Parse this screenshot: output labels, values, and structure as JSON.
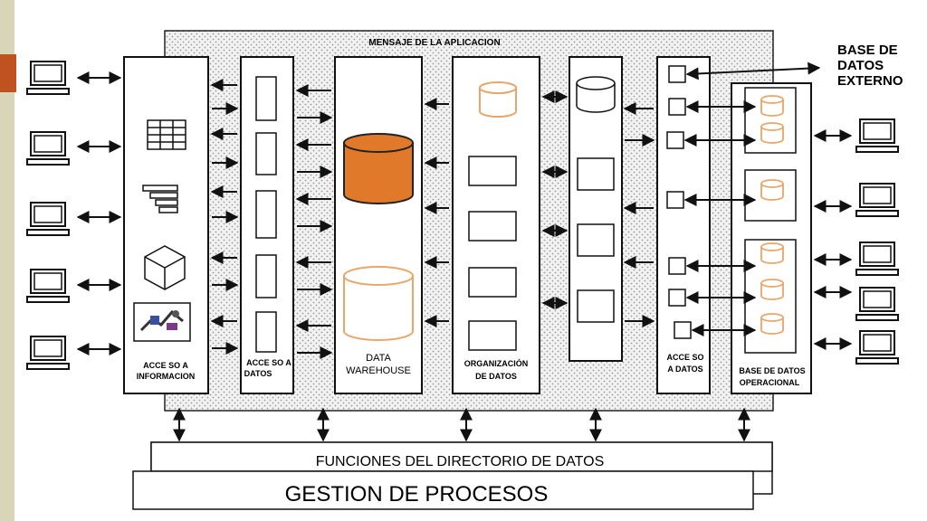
{
  "diagram": {
    "top_banner": "MENSAJE DE LA APLICACION",
    "external_db_label": [
      "BASE DE",
      "DATOS",
      "EXTERNO"
    ],
    "columns": {
      "acceso_informacion": [
        "ACCE SO A",
        "INFORMACION"
      ],
      "acceso_datos_left": [
        "ACCE SO A",
        "DATOS"
      ],
      "data_warehouse": [
        "DATA",
        "WAREHOUSE"
      ],
      "organizacion_datos": [
        "ORGANIZACIÓN",
        "DE DATOS"
      ],
      "acceso_datos_right": [
        "ACCE SO",
        "A DATOS"
      ],
      "base_datos_operacional": [
        "BASE DE DATOS",
        "OPERACIONAL"
      ]
    },
    "funciones_label": "FUNCIONES DEL DIRECTORIO DE DATOS",
    "gestion_label": "GESTION DE PROCESOS",
    "colors": {
      "accent_orange": "#e07a2a",
      "orange_outline": "#e9a66a",
      "dotted_bg": "#e8e8e8",
      "line": "#111111"
    }
  }
}
